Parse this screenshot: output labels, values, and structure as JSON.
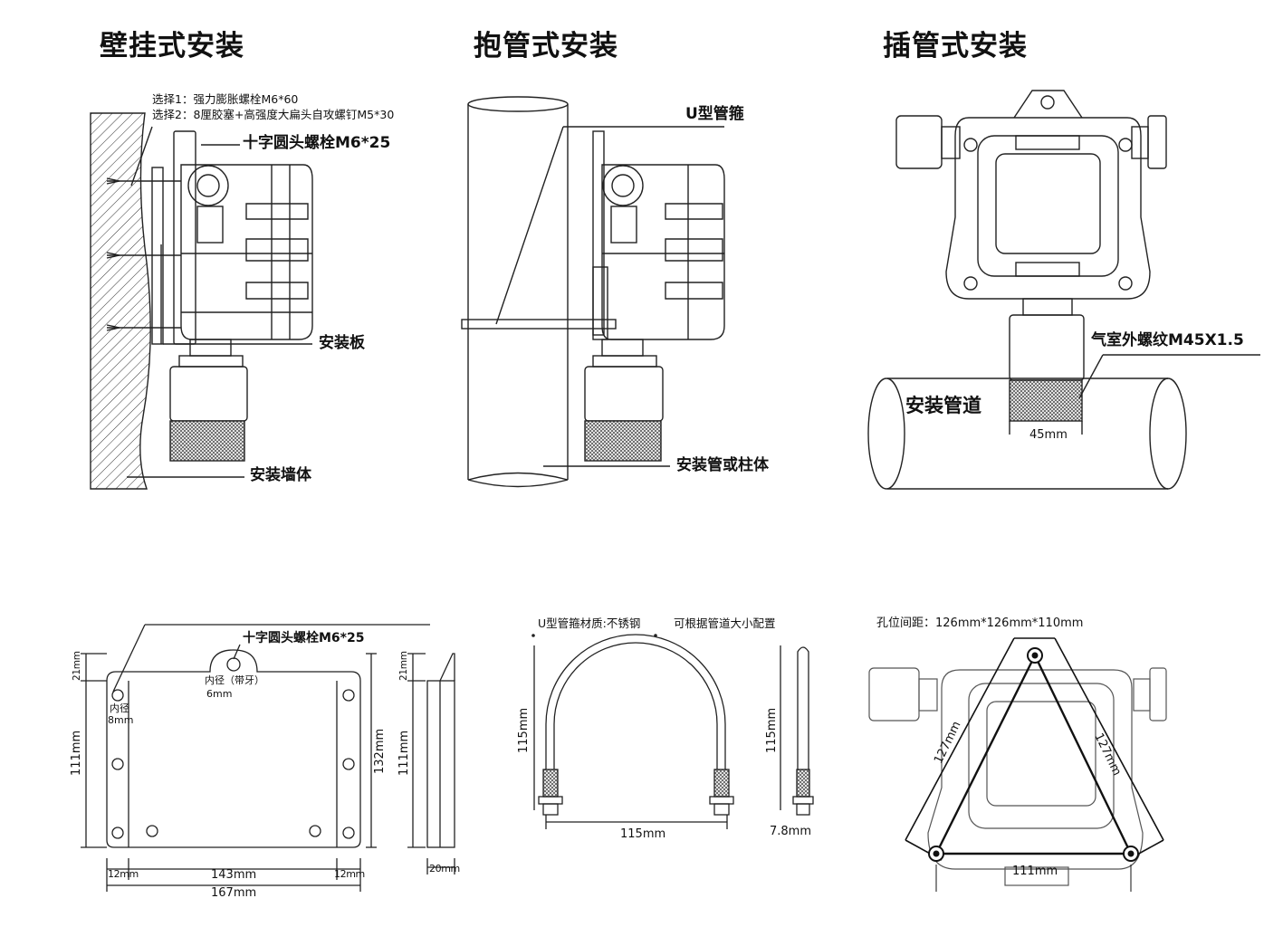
{
  "titles": {
    "wall": "壁挂式安装",
    "pipe_hold": "抱管式安装",
    "pipe_insert": "插管式安装"
  },
  "wall_mount": {
    "option1": "选择1：强力膨胀螺栓M6*60",
    "option2": "选择2：8厘胶塞+高强度大扁头自攻螺钉M5*30",
    "screw": "十字圆头螺栓M6*25",
    "plate": "安装板",
    "wall": "安装墙体"
  },
  "pipe_hold": {
    "clamp": "U型管箍",
    "pipe": "安装管或柱体"
  },
  "pipe_insert": {
    "thread": "气室外螺纹M45X1.5",
    "pipe": "安装管道",
    "width": "45mm"
  },
  "plate_drawing": {
    "screw": "十字圆头螺栓M6*25",
    "hole_inner_a": "内径（带牙）",
    "hole_inner_b": "6mm",
    "hole_side_a": "内径",
    "hole_side_b": "8mm",
    "dim_21": "21mm",
    "dim_111": "111mm",
    "dim_132": "132mm",
    "dim_143": "143mm",
    "dim_12": "12mm",
    "dim_167": "167mm",
    "dim_20": "20mm"
  },
  "u_clamp": {
    "material": "U型管箍材质:不锈钢",
    "config": "可根据管道大小配置",
    "height": "115mm",
    "width": "115mm",
    "thickness": "7.8mm"
  },
  "hole_spacing": {
    "title": "孔位间距：126mm*126mm*110mm",
    "side_left": "127mm",
    "side_right": "127mm",
    "bottom": "111mm"
  }
}
